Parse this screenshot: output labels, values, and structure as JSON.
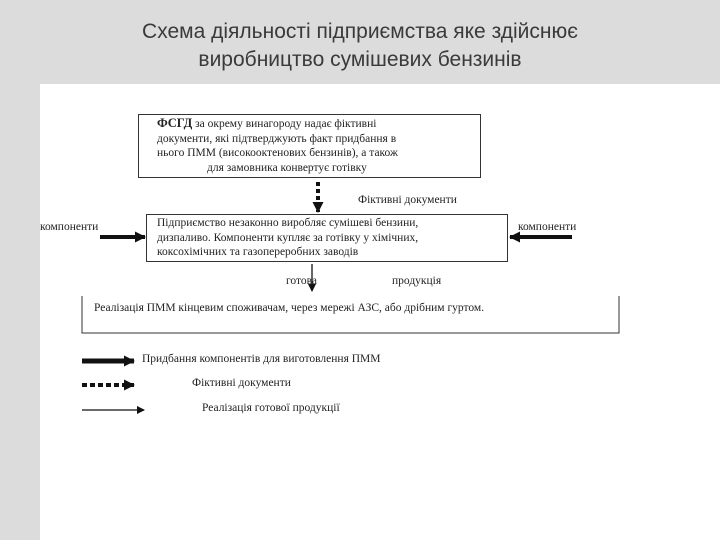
{
  "slide": {
    "title_line1": "Схема діяльності підприємства яке здійснює",
    "title_line2": "виробництво сумішевих бензинів"
  },
  "diagram": {
    "box_top": {
      "lead": "ФСГД",
      "line1_rest": " за окрему винагороду надає фіктивні",
      "line2": "документи, які підтверджують факт придбання в",
      "line3": "нього ПММ (високооктенових бензинів), а також",
      "line4": "для замовника конвертує готівку"
    },
    "label_fictive_docs": "Фіктивні документи",
    "label_components_left": "компоненти",
    "label_components_right": "компоненти",
    "box_middle": {
      "line1": "Підприємство незаконно виробляє сумішеві бензини,",
      "line2": "дизпаливо. Компоненти купляє за готівку у хімічних,",
      "line3": "коксохімічних та газопереробних заводів"
    },
    "label_ready": "готова",
    "label_product": "продукція",
    "box_bottom": "Реалізація ПММ кінцевим споживачам, через мережі АЗС, або дрібним гуртом.",
    "legend": [
      {
        "style": "thick",
        "label": "Придбання компонентів для виготовлення ПММ"
      },
      {
        "style": "dashed",
        "label": "Фіктивні документи"
      },
      {
        "style": "thin",
        "label": "Реалізація готової продукції"
      }
    ]
  }
}
